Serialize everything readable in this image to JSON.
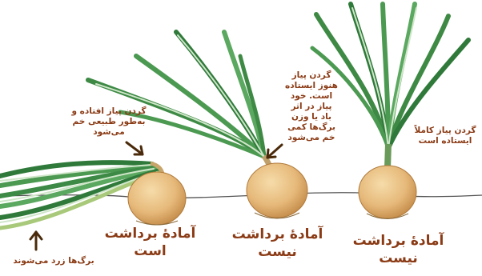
{
  "labels": {
    "fallen_neck": "گردن پیاز افتاده و\nبه‌طور طبیعی خم\nمی‌شود",
    "yellow_leaves": "برگ‌ها زرد می‌شوند",
    "neck_standing": "گردن پیاز\nهنوز ایستاده\nاست. خود\nپیاز در اثر\nباد یا وزن\nبرگ‌ها کمی\nخم می‌شود",
    "fully_standing": "گردن پیاز کاملاً\nایستاده است",
    "ready": "آمادهٔ برداشت\nاست",
    "not_ready_1": "آمادهٔ برداشت\nنیست",
    "not_ready_2": "آمادهٔ برداشت\nنیست"
  },
  "colors": {
    "label_text": "#8a3a14",
    "leaf_green": "#3e8a45",
    "leaf_light": "#cfe6c9",
    "bulb": "#e6b97a",
    "bulb_shade": "#c8914e",
    "ground": "#555555"
  },
  "icons": [
    "arrow-icon"
  ]
}
